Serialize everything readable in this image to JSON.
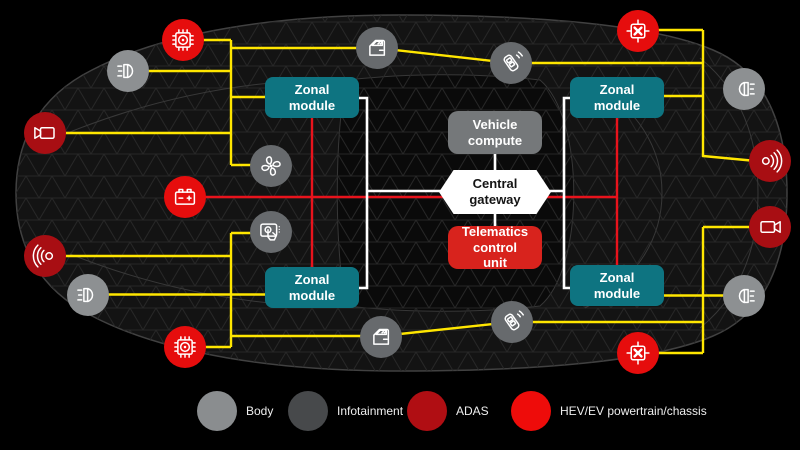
{
  "diagram": {
    "modules": {
      "zonal_top_left": {
        "label": "Zonal module"
      },
      "zonal_top_right": {
        "label": "Zonal module"
      },
      "zonal_bottom_left": {
        "label": "Zonal module"
      },
      "zonal_bottom_right": {
        "label": "Zonal module"
      },
      "vehicle_compute": {
        "label": "Vehicle compute"
      },
      "central_gateway": {
        "label": "Central gateway"
      },
      "telematics": {
        "label": "Telematics control unit"
      }
    },
    "module_colors": {
      "zonal": "#0e7481",
      "compute": "#75787a",
      "gateway": "#ffffff",
      "telematics": "#d8231d"
    },
    "category_colors": {
      "body": "#8d9092",
      "infotainment": "#676a6d",
      "adas": "#a80e13",
      "hev_ev": "#e60d0d"
    },
    "line_colors": {
      "zone_links": "#ffe600",
      "power_backbone": "#e8131c",
      "data_backbone": "#ffffff"
    },
    "nodes": [
      {
        "icon": "motor-controller-icon",
        "category": "hev_ev",
        "location": "front-left-upper"
      },
      {
        "icon": "headlight-icon",
        "category": "body",
        "location": "front-left-upper"
      },
      {
        "icon": "video-camera-icon",
        "category": "adas",
        "location": "front-left"
      },
      {
        "icon": "battery-icon",
        "category": "hev_ev",
        "location": "front-center"
      },
      {
        "icon": "ultrasonic-sensor-icon",
        "category": "adas",
        "location": "front-left-lower"
      },
      {
        "icon": "headlight-icon",
        "category": "body",
        "location": "front-left-lower"
      },
      {
        "icon": "motor-controller-icon",
        "category": "hev_ev",
        "location": "front-left-lower"
      },
      {
        "icon": "fan-icon",
        "category": "infotainment",
        "location": "cockpit-upper"
      },
      {
        "icon": "touchscreen-icon",
        "category": "infotainment",
        "location": "cockpit-lower"
      },
      {
        "icon": "car-door-icon",
        "category": "infotainment",
        "location": "top-center"
      },
      {
        "icon": "key-fob-icon",
        "category": "infotainment",
        "location": "top-center-right"
      },
      {
        "icon": "car-door-icon",
        "category": "infotainment",
        "location": "bottom-center"
      },
      {
        "icon": "key-fob-icon",
        "category": "infotainment",
        "location": "bottom-center-right"
      },
      {
        "icon": "stability-control-icon",
        "category": "hev_ev",
        "location": "rear-right-upper"
      },
      {
        "icon": "tail-light-icon",
        "category": "body",
        "location": "rear-right-upper"
      },
      {
        "icon": "ultrasonic-sensor-icon",
        "category": "adas",
        "location": "rear-right"
      },
      {
        "icon": "video-camera-icon",
        "category": "adas",
        "location": "rear-right"
      },
      {
        "icon": "tail-light-icon",
        "category": "body",
        "location": "rear-right-lower"
      },
      {
        "icon": "stability-control-icon",
        "category": "hev_ev",
        "location": "rear-right-lower"
      }
    ]
  },
  "legend": {
    "items": [
      {
        "label": "Body",
        "color": "#8a8d8f"
      },
      {
        "label": "Infotainment",
        "color": "#47494b"
      },
      {
        "label": "ADAS",
        "color": "#b00e13"
      },
      {
        "label": "HEV/EV powertrain/chassis",
        "color": "#ee0c0a"
      }
    ]
  }
}
